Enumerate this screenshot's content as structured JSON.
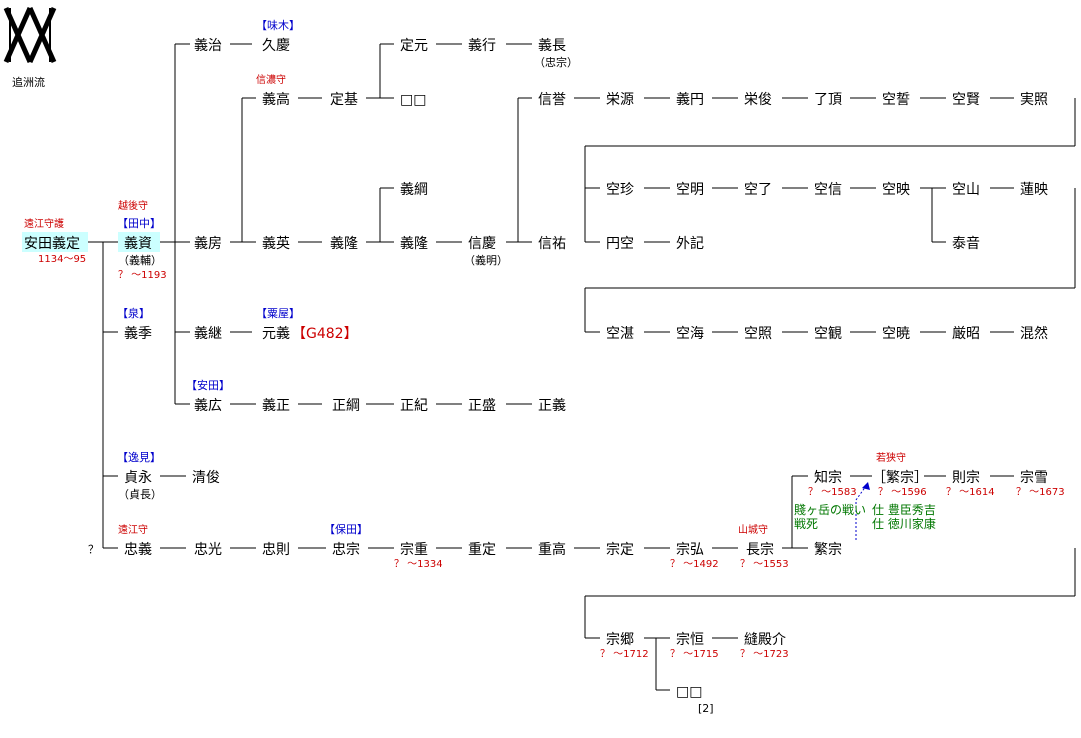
{
  "crest_label": "追洲流",
  "people": {
    "yasuda_yoshisada": {
      "name": "安田義定",
      "title": "遠江守護",
      "years": "1134～95"
    },
    "yoshisuke": {
      "name": "義資",
      "title": "越後守",
      "clan": "【田中】",
      "alias": "（義輔）",
      "years": "？ ～1193"
    },
    "yoshisue": {
      "name": "義季",
      "clan": "【泉】"
    },
    "sadanaga": {
      "name": "貞永",
      "clan": "【逸見】",
      "alias": "（貞長）"
    },
    "kiyotoshi": {
      "name": "清俊"
    },
    "unknown_q": {
      "name": "？"
    },
    "tadayoshi": {
      "name": "忠義",
      "title": "遠江守"
    },
    "tadamitsu": {
      "name": "忠光"
    },
    "tadanori": {
      "name": "忠則"
    },
    "tadamune": {
      "name": "忠宗",
      "clan": "【保田】"
    },
    "muneshige": {
      "name": "宗重",
      "years": "？ ～1334"
    },
    "shigesada": {
      "name": "重定"
    },
    "shigetaka": {
      "name": "重高"
    },
    "munesada": {
      "name": "宗定"
    },
    "munehiro": {
      "name": "宗弘",
      "years": "？ ～1492"
    },
    "nagamune": {
      "name": "長宗",
      "title": "山城守",
      "years": "？ ～1553"
    },
    "tomomune": {
      "name": "知宗",
      "years": "？ ～1583"
    },
    "shigemune_b": {
      "name": "［繁宗］",
      "title": "若狭守",
      "years": "？ ～1596"
    },
    "norimune": {
      "name": "則宗",
      "years": "？ ～1614"
    },
    "muneyuki": {
      "name": "宗雪",
      "years": "？ ～1673"
    },
    "shigemune": {
      "name": "繁宗"
    },
    "munesato": {
      "name": "宗郷",
      "years": "？ ～1712"
    },
    "munetsune": {
      "name": "宗恒",
      "years": "？ ～1715"
    },
    "nuidonosuke": {
      "name": "縫殿介",
      "years": "？ ～1723"
    },
    "unknown_2": {
      "name": "□□",
      "note": "[2]"
    },
    "yoshiharu": {
      "name": "義治"
    },
    "hisayoshi": {
      "name": "久慶",
      "clan": "【味木】"
    },
    "sadamoto": {
      "name": "定元"
    },
    "yoshiyuki": {
      "name": "義行"
    },
    "yoshinaga": {
      "name": "義長",
      "alias": "（忠宗）"
    },
    "yoshitaka": {
      "name": "義高",
      "title": "信濃守"
    },
    "sadamoto2": {
      "name": "定基"
    },
    "unknown_1": {
      "name": "□□"
    },
    "yoshifusa": {
      "name": "義房"
    },
    "yoshihide": {
      "name": "義英"
    },
    "yoshitaka2": {
      "name": "義隆"
    },
    "yoshitsuna": {
      "name": "義綱"
    },
    "yoshitaka3": {
      "name": "義隆"
    },
    "nobuyoshi": {
      "name": "信慶",
      "alias": "（義明）"
    },
    "shinyo": {
      "name": "信誉"
    },
    "eigen": {
      "name": "栄源"
    },
    "gien": {
      "name": "義円"
    },
    "eishun": {
      "name": "栄俊"
    },
    "ryocho": {
      "name": "了頂"
    },
    "kusei": {
      "name": "空誓"
    },
    "kuken": {
      "name": "空賢"
    },
    "jissho": {
      "name": "実照"
    },
    "shinyu": {
      "name": "信祐"
    },
    "kuchin": {
      "name": "空珍"
    },
    "kumyo": {
      "name": "空明"
    },
    "kuryo": {
      "name": "空了"
    },
    "kushin": {
      "name": "空信"
    },
    "kuei": {
      "name": "空映"
    },
    "kuzan": {
      "name": "空山"
    },
    "ren_ei": {
      "name": "蓮映"
    },
    "taion": {
      "name": "泰音"
    },
    "enku": {
      "name": "円空"
    },
    "geki": {
      "name": "外記"
    },
    "kutan": {
      "name": "空湛"
    },
    "kukai": {
      "name": "空海"
    },
    "kusho": {
      "name": "空照"
    },
    "kukan": {
      "name": "空観"
    },
    "kugyo": {
      "name": "空暁"
    },
    "gensho": {
      "name": "厳昭"
    },
    "konnen": {
      "name": "混然"
    },
    "yoshitsugu": {
      "name": "義継"
    },
    "motoyoshi": {
      "name": "元義",
      "clan": "【粟屋】",
      "ref": "【G482】"
    },
    "yoshihiro": {
      "name": "義広",
      "clan": "【安田】"
    },
    "yoshimasa": {
      "name": "義正"
    },
    "masatsuna": {
      "name": "正綱"
    },
    "masanori": {
      "name": "正紀"
    },
    "masamori": {
      "name": "正盛"
    },
    "masayoshi": {
      "name": "正義"
    }
  },
  "notes": {
    "battle_1": "賤ヶ岳の戦い",
    "battle_2": "戦死",
    "serve_1": "仕 豊臣秀吉",
    "serve_2": "仕 徳川家康"
  },
  "colors": {
    "highlight": "#ccffff",
    "clan": "#0000cc",
    "title": "#cc0000",
    "note": "#007700"
  }
}
